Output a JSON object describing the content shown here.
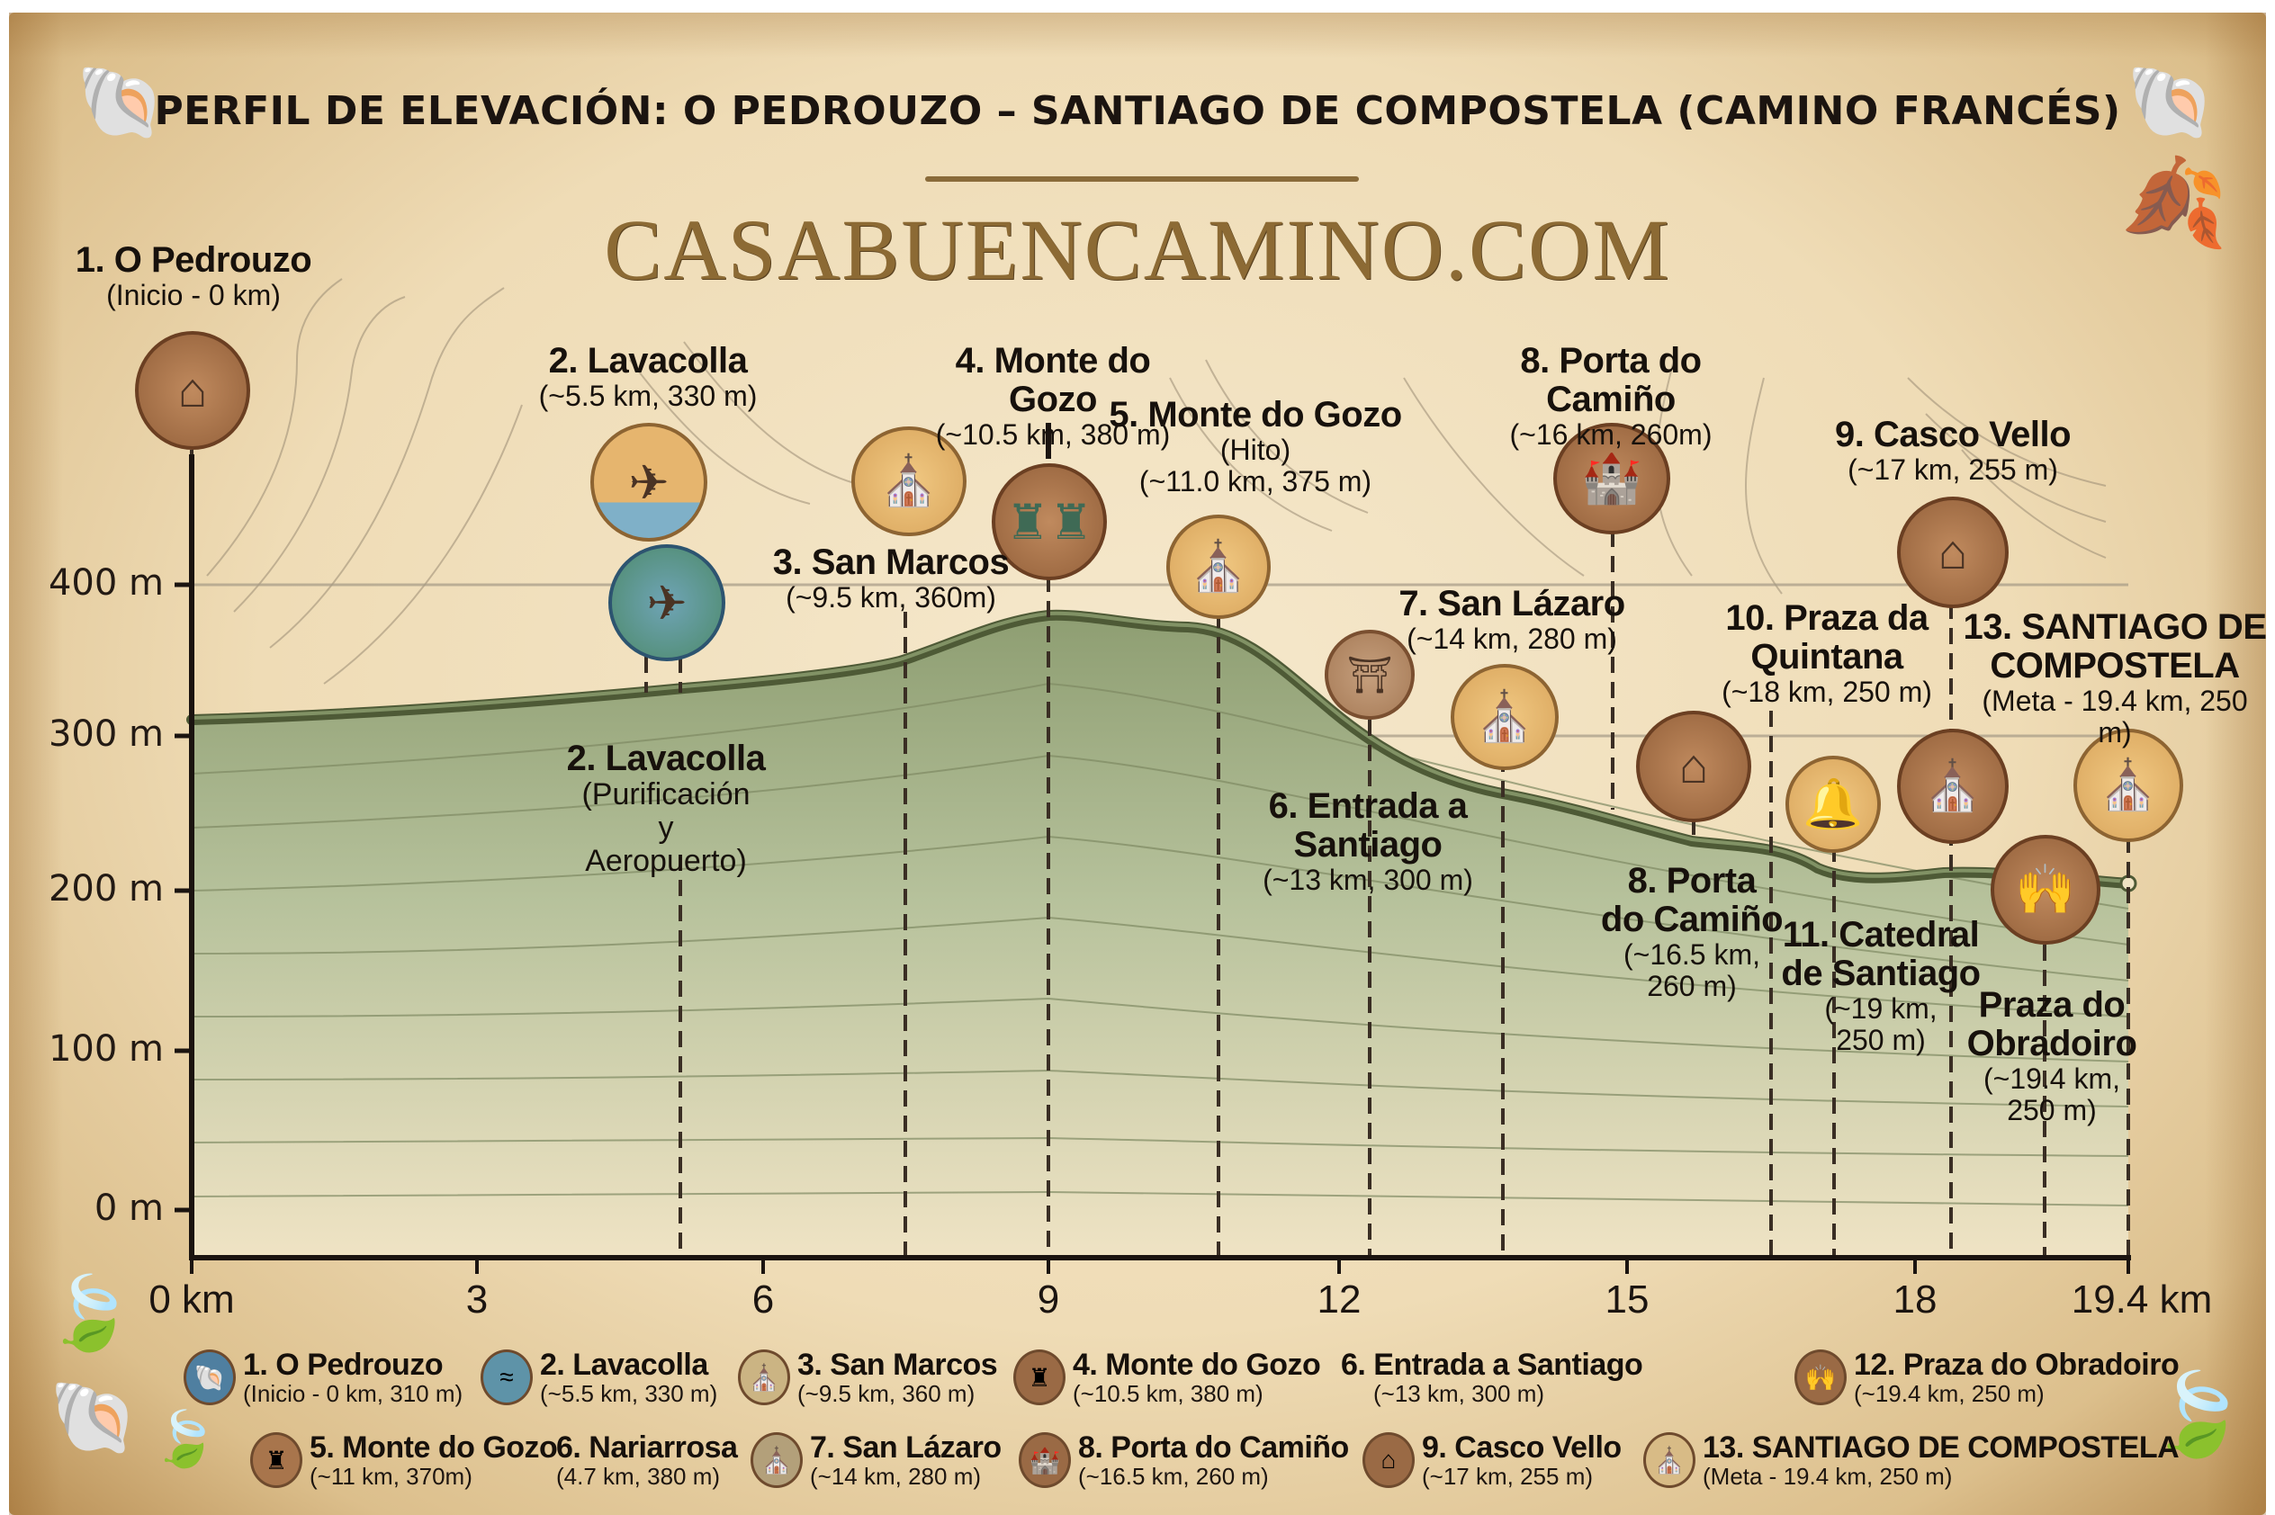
{
  "header": {
    "title": "PERFIL DE ELEVACIÓN: O PEDROUZO – SANTIAGO DE COMPOSTELA (CAMINO FRANCÉS)",
    "brand": "CASABUENCAMINO.COM"
  },
  "colors": {
    "parchment": "#efdcb6",
    "profile_fill": "#a9b88f",
    "profile_line": "#4e5a36",
    "text": "#1b1410",
    "brand": "#8c6a34",
    "medal_gold": "#d9a55c",
    "medal_brown": "#93603a",
    "medal_blue": "#3f7a97"
  },
  "icons": {
    "corner_top_left": "scallop-shell-icon",
    "corner_top_right": "scallop-shell-icon",
    "right_top": "oak-leaf-icon",
    "bottom_left": [
      "oak-leaf-icon",
      "scallop-shell-icon",
      "oak-leaf-icon"
    ],
    "bottom_right": "oak-leaf-icon"
  },
  "axes": {
    "y_ticks": [
      "0 m",
      "100 m",
      "200 m",
      "300 m",
      "400 m"
    ],
    "x_ticks": [
      "0 km",
      "3",
      "6",
      "9",
      "12",
      "15",
      "18",
      "19.4 km"
    ]
  },
  "markers": [
    {
      "id": "m1",
      "name": "1. O Pedrouzo",
      "detail": "(Inicio - 0 km)",
      "icon": "house-icon"
    },
    {
      "id": "m2",
      "name": "2. Lavacolla",
      "detail": "(~5.5 km, 330 m)",
      "icon": "airplane-icon"
    },
    {
      "id": "m2b",
      "name": "2. Lavacolla",
      "detail": "(Purificación y Aeropuerto)",
      "icon": "river-plane-icon"
    },
    {
      "id": "m3",
      "name": "3. San Marcos",
      "detail": "(~9.5 km, 360m)",
      "icon": "chapel-icon"
    },
    {
      "id": "m4",
      "name": "4. Monte do Gozo",
      "detail": "(~10.5 km, 380 m)",
      "icon": "pilgrim-statues-icon"
    },
    {
      "id": "m5",
      "name": "5. Monte do Gozo",
      "detail_1": "(Hito)",
      "detail": "(~11.0 km, 375 m)",
      "icon": "church-icon"
    },
    {
      "id": "m6",
      "name": "6. Entrada a Santiago",
      "name_1": "6. Entrada a",
      "name_2": "Santiago",
      "detail": "(~13 km, 300 m)",
      "icon": "arch-gate-icon"
    },
    {
      "id": "m7",
      "name": "7. San Lázaro",
      "detail": "(~14 km, 280 m)",
      "icon": "chapel-icon"
    },
    {
      "id": "m8",
      "name": "8. Porta do Camiño",
      "detail": "(~16 km, 260m)",
      "icon": "city-gate-icon"
    },
    {
      "id": "m8b",
      "name_1": "8. Porta",
      "name_2": "do Camiño",
      "detail_1": "(~16.5 km,",
      "detail_2": "260 m)",
      "icon": "stone-house-icon"
    },
    {
      "id": "m9",
      "name": "9. Casco Vello",
      "detail": "(~17 km, 255 m)",
      "icon": "old-town-icon"
    },
    {
      "id": "m10",
      "name_1": "10. Praza da",
      "name_2": "Quintana",
      "detail": "(~18 km, 250 m)",
      "icon": "bell-shrine-icon"
    },
    {
      "id": "m11",
      "name_1": "11. Catedral",
      "name_2": "de Santiago",
      "detail_1": "(~19 km,",
      "detail_2": "250 m)",
      "icon": "cathedral-icon"
    },
    {
      "id": "m12",
      "name_1": "Praza do",
      "name_2": "Obradoiro",
      "detail_1": "(~19.4 km,",
      "detail_2": "250 m)",
      "icon": "pilgrim-arms-raised-icon"
    },
    {
      "id": "m13",
      "name_1": "13. SANTIAGO DE",
      "name_2": "COMPOSTELA",
      "detail": "(Meta - 19.4 km, 250 m)",
      "icon": "cathedral-icon"
    }
  ],
  "legend": [
    {
      "name": "1. O Pedrouzo",
      "desc": "(Inicio - 0 km, 310 m)",
      "icon": "scallop-shell-icon",
      "color": "#4f7fa0"
    },
    {
      "name": "2. Lavacolla",
      "desc": "(~5.5 km, 330 m)",
      "icon": "river-icon",
      "color": "#5e93a8"
    },
    {
      "name": "3. San Marcos",
      "desc": "(~9.5 km, 360 m)",
      "icon": "chapel-icon",
      "color": "#cbb483"
    },
    {
      "name": "4. Monte do Gozo",
      "desc": "(~10.5 km, 380 m)",
      "icon": "monument-icon",
      "color": "#9a6a45"
    },
    {
      "name": "6. Entrada a Santiago",
      "desc": "(~13 km, 300 m)",
      "icon": "",
      "color": ""
    },
    {
      "name": "12. Praza do Obradoiro",
      "desc": "(~19.4 km, 250 m)",
      "icon": "pilgrim-arms-raised-icon",
      "color": "#9a6a45"
    },
    {
      "name": "5. Monte do Gozo",
      "desc": "(~11 km, 370m)",
      "icon": "monument-icon",
      "color": "#a8754c"
    },
    {
      "name": "6. Nariarrosa",
      "desc": "(4.7 km, 380 m)",
      "icon": "",
      "color": ""
    },
    {
      "name": "7. San Lázaro",
      "desc": "(~14 km, 280 m)",
      "icon": "chapel-icon",
      "color": "#b3a07a"
    },
    {
      "name": "8. Porta do Camiño",
      "desc": "(~16.5 km, 260 m)",
      "icon": "city-gate-icon",
      "color": "#9a6a45"
    },
    {
      "name": "9. Casco Vello",
      "desc": "(~17 km, 255 m)",
      "icon": "old-town-icon",
      "color": "#9a6a45"
    },
    {
      "name": "13. SANTIAGO DE COMPOSTELA",
      "desc": "(Meta - 19.4 km, 250 m)",
      "icon": "cathedral-icon",
      "color": "#d8bb86"
    }
  ],
  "chart_data": {
    "type": "area",
    "title": "PERFIL DE ELEVACIÓN: O PEDROUZO – SANTIAGO DE COMPOSTELA (CAMINO FRANCÉS)",
    "subtitle": "CASABUENCAMINO.COM",
    "xlabel": "km",
    "ylabel": "m",
    "xlim": [
      0,
      19.4
    ],
    "ylim": [
      0,
      400
    ],
    "x_ticks": [
      0,
      3,
      6,
      9,
      12,
      15,
      18,
      19.4
    ],
    "y_ticks": [
      0,
      100,
      200,
      300,
      400
    ],
    "grid": "horizontal lines at 200, 300, 400 m",
    "series": [
      {
        "name": "Elevación",
        "x": [
          0,
          1,
          2,
          3,
          4,
          5,
          5.5,
          6,
          7,
          7.5,
          8,
          8.5,
          9,
          9.5,
          10,
          10.5,
          11,
          11.5,
          12,
          12.5,
          13,
          13.5,
          14,
          14.5,
          15,
          15.5,
          16,
          16.5,
          17,
          17.5,
          18,
          18.5,
          19,
          19.4
        ],
        "values": [
          313,
          314,
          316,
          319,
          322,
          326,
          328,
          331,
          338,
          344,
          358,
          370,
          380,
          376,
          370,
          370,
          362,
          343,
          325,
          310,
          297,
          287,
          280,
          274,
          268,
          258,
          250,
          245,
          236,
          218,
          215,
          216,
          213,
          212
        ]
      }
    ],
    "annotations": [
      {
        "label": "1. O Pedrouzo",
        "km": 0,
        "elevation_m": 310
      },
      {
        "label": "2. Lavacolla",
        "km": 5.5,
        "elevation_m": 330
      },
      {
        "label": "3. San Marcos",
        "km": 9.5,
        "elevation_m": 360
      },
      {
        "label": "4. Monte do Gozo",
        "km": 10.5,
        "elevation_m": 380
      },
      {
        "label": "5. Monte do Gozo (Hito)",
        "km": 11.0,
        "elevation_m": 375
      },
      {
        "label": "6. Entrada a Santiago",
        "km": 13,
        "elevation_m": 300
      },
      {
        "label": "7. San Lázaro",
        "km": 14,
        "elevation_m": 280
      },
      {
        "label": "8. Porta do Camiño",
        "km": 16,
        "elevation_m": 260
      },
      {
        "label": "8. Porta do Camiño",
        "km": 16.5,
        "elevation_m": 260
      },
      {
        "label": "9. Casco Vello",
        "km": 17,
        "elevation_m": 255
      },
      {
        "label": "10. Praza da Quintana",
        "km": 18,
        "elevation_m": 250
      },
      {
        "label": "11. Catedral de Santiago",
        "km": 19,
        "elevation_m": 250
      },
      {
        "label": "Praza do Obradoiro",
        "km": 19.4,
        "elevation_m": 250
      },
      {
        "label": "13. SANTIAGO DE COMPOSTELA",
        "km": 19.4,
        "elevation_m": 250
      }
    ],
    "legend_position": "bottom"
  }
}
